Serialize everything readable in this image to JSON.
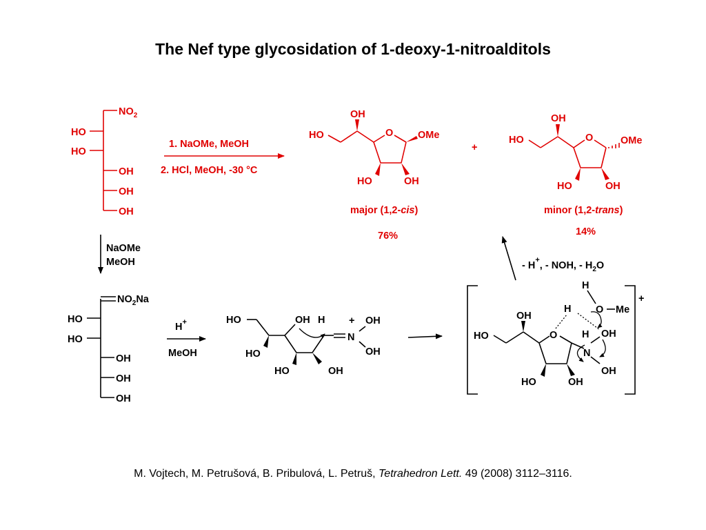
{
  "title": "The Nef type glycosidation of 1-deoxy-1-nitroalditols",
  "citation": {
    "authors": "M. Vojtech, M. Petrušová, B. Pribulová, L. Petruš,",
    "journal": "Tetrahedron Lett.",
    "details": "49 (2008) 3112–3116."
  },
  "colors": {
    "highlight": "#e00000",
    "default": "#000000"
  },
  "labels": {
    "no2": "NO",
    "sub2": "2",
    "ho": "HO",
    "oh": "OH",
    "o": "O",
    "ome": "OMe",
    "plus": "+",
    "no2na_a": "NO",
    "no2na_b": "Na",
    "h": "H",
    "n": "N",
    "me": "Me",
    "minus_dash": "−"
  },
  "reaction": {
    "step1": "1. NaOMe, MeOH",
    "step2": "2. HCl, MeOH, -30 °C",
    "naome": "NaOMe",
    "meoh": "MeOH",
    "acid": "H",
    "acid_charge": "+",
    "acid_solvent": "MeOH",
    "elimination_a": "- H",
    "elimination_charge": "+",
    "elimination_b": ", - NOH, - H",
    "elimination_sub": "2",
    "elimination_c": "O"
  },
  "products": {
    "major_prefix": "major (1,2-",
    "major_italic": "cis",
    "major_suffix": ")",
    "major_yield": "76%",
    "minor_prefix": "minor (1,2-",
    "minor_italic": "trans",
    "minor_suffix": ")",
    "minor_yield": "14%"
  }
}
